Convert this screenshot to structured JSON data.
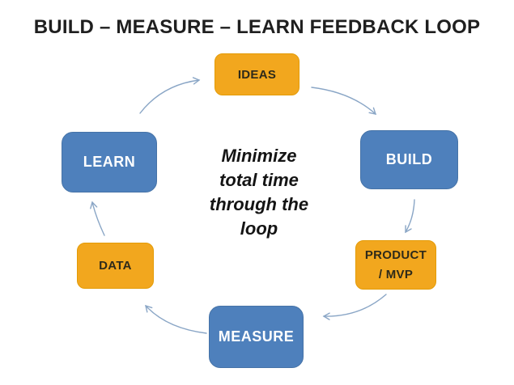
{
  "title": "BUILD – MEASURE – LEARN FEEDBACK LOOP",
  "center_note": {
    "text": "Minimize total time through the loop",
    "lines": [
      "Minimize",
      "total time",
      "through the",
      "loop"
    ]
  },
  "nodes": {
    "ideas": {
      "label": "IDEAS"
    },
    "build": {
      "label": "BUILD"
    },
    "product_mvp": {
      "label": "PRODUCT / MVP",
      "line1": "PRODUCT",
      "line2": "/ MVP"
    },
    "measure": {
      "label": "MEASURE"
    },
    "data": {
      "label": "DATA"
    },
    "learn": {
      "label": "LEARN"
    }
  },
  "edges": [
    {
      "from": "learn",
      "to": "ideas"
    },
    {
      "from": "ideas",
      "to": "build"
    },
    {
      "from": "build",
      "to": "product_mvp"
    },
    {
      "from": "product_mvp",
      "to": "measure"
    },
    {
      "from": "measure",
      "to": "data"
    },
    {
      "from": "data",
      "to": "learn"
    }
  ],
  "colors": {
    "accent": "#F2A71E",
    "primary": "#4E80BC",
    "arrow": "#8AA6C6",
    "title_text": "#1F1F1F",
    "dark_label": "#2E2A1A",
    "light_label": "#FFFFFF",
    "background": "#FFFFFF"
  }
}
